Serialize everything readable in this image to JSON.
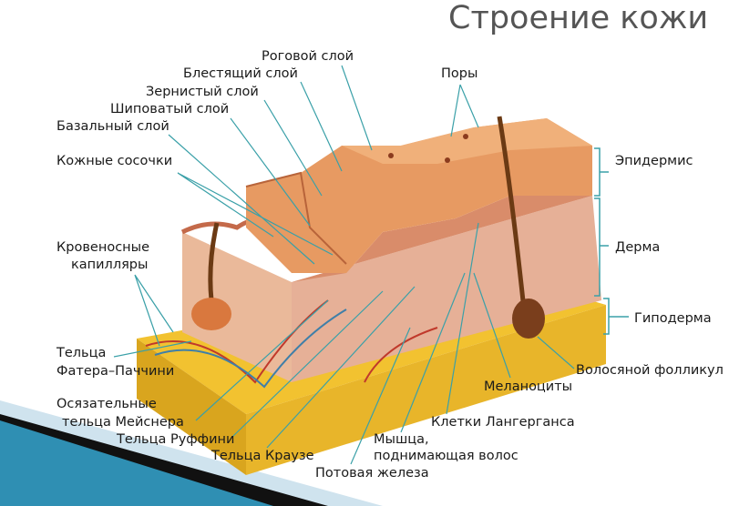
{
  "title": "Строение кожи",
  "labels": {
    "stratum_corneum": "Роговой слой",
    "stratum_lucidum": "Блестящий слой",
    "stratum_granulosum": "Зернистый слой",
    "stratum_spinosum": "Шиповатый слой",
    "stratum_basale": "Базальный слой",
    "dermal_papillae": "Кожные сосочки",
    "pores": "Поры",
    "epidermis": "Эпидермис",
    "dermis": "Дерма",
    "hypodermis": "Гиподерма",
    "capillaries_1": "Кровеносные",
    "capillaries_2": "капилляры",
    "pacinian_1": "Тельца",
    "pacinian_2": "Фатера–Паччини",
    "meissner_1": "Осязательные",
    "meissner_2": "тельца Мейснера",
    "ruffini": "Тельца Руффини",
    "krause": "Тельца Краузе",
    "sweat_gland": "Потовая железа",
    "arrector_1": "Мышца,",
    "arrector_2": "поднимающая волос",
    "langerhans": "Клетки Лангерганса",
    "melanocytes": "Меланоциты",
    "hair_follicle": "Волосяной фолликул"
  }
}
